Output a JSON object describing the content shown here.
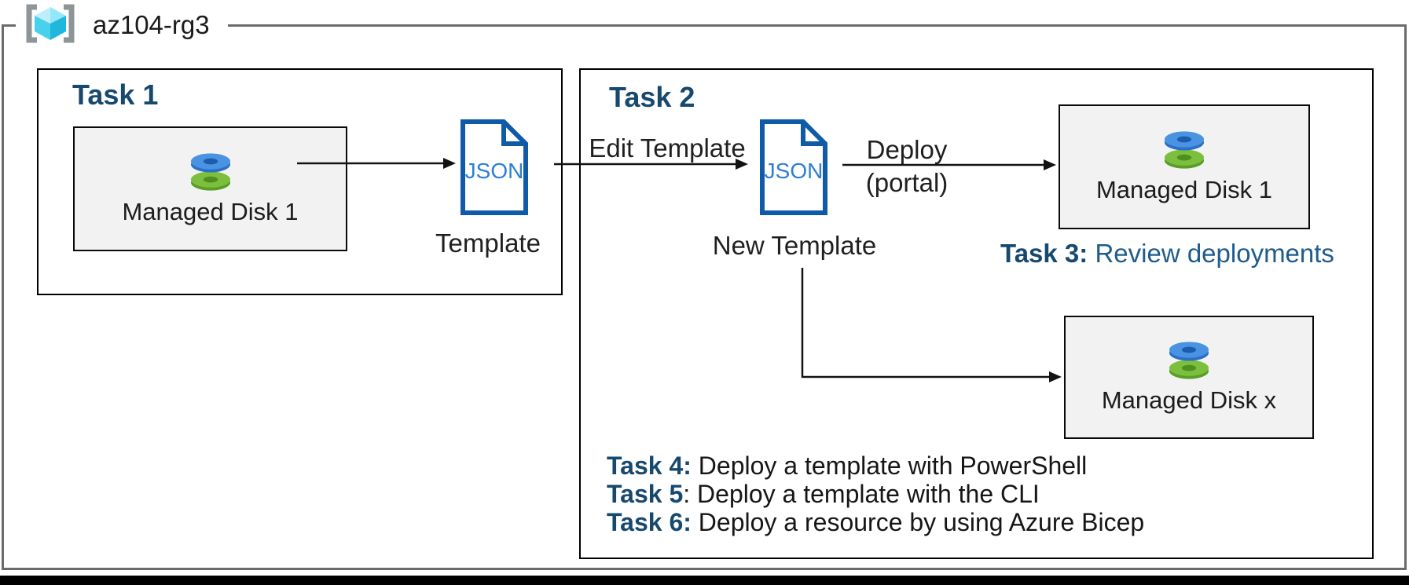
{
  "resource_group": {
    "name": "az104-rg3"
  },
  "task1": {
    "title": "Task 1",
    "disk": {
      "label": "Managed Disk 1"
    },
    "json_text": "JSON",
    "template_label": "Template"
  },
  "task2": {
    "title": "Task 2",
    "edit_arrow_label": "Edit Template",
    "json_text": "JSON",
    "new_template_label": "New Template",
    "deploy_label_line1": "Deploy",
    "deploy_label_line2": "(portal)",
    "managed_disk_1": {
      "label": "Managed Disk 1"
    },
    "managed_disk_x": {
      "label": "Managed Disk x"
    },
    "task3": {
      "bold": "Task 3:",
      "rest": " Review deployments"
    }
  },
  "task_list": [
    {
      "bold": "Task 4:",
      "rest": " Deploy a template with PowerShell"
    },
    {
      "bold": "Task 5",
      "rest": ": Deploy a template with the CLI"
    },
    {
      "bold": "Task 6:",
      "rest": " Deploy a resource by using Azure Bicep"
    }
  ],
  "colors": {
    "task_title_navy": "#17496F",
    "task3_blue": "#1D5C8C",
    "rg_border_gray": "#6b6b6b",
    "json_icon_outline": "#0F5BA8",
    "json_icon_text": "#2D7FD4",
    "disk_blue_top": "#4a93e2",
    "disk_blue_side": "#2a70c8",
    "disk_green_top": "#7cbf3e",
    "disk_green_side": "#5a9e27",
    "box_fill_gray": "#F2F2F2",
    "cube_cyan_light": "#BDEFFA",
    "cube_cyan_dark": "#20B7DC"
  }
}
